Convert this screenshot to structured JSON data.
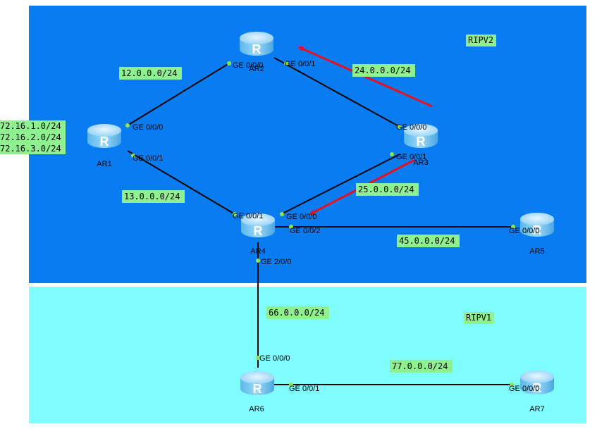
{
  "areas": {
    "top": {
      "name": "RIPV2",
      "color": "#0a7cf2"
    },
    "bottom": {
      "name": "RIPV1",
      "color": "#7ffcfd"
    }
  },
  "routers": [
    {
      "id": "AR1",
      "name": "AR1"
    },
    {
      "id": "AR2",
      "name": "AR2"
    },
    {
      "id": "AR3",
      "name": "AR3"
    },
    {
      "id": "AR4",
      "name": "AR4"
    },
    {
      "id": "AR5",
      "name": "AR5"
    },
    {
      "id": "AR6",
      "name": "AR6"
    },
    {
      "id": "AR7",
      "name": "AR7"
    }
  ],
  "links": [
    {
      "from": "AR1",
      "to": "AR2",
      "port_from": "GE 0/0/0",
      "port_to": "GE 0/0/0",
      "network": "12.0.0.0/24"
    },
    {
      "from": "AR1",
      "to": "AR4",
      "port_from": "GE 0/0/1",
      "port_to": "GE 0/0/1",
      "network": "13.0.0.0/24"
    },
    {
      "from": "AR2",
      "to": "AR3",
      "port_from": "GE 0/0/1",
      "port_to": "GE 0/0/0",
      "network": "24.0.0.0/24"
    },
    {
      "from": "AR3",
      "to": "AR4",
      "port_from": "GE 0/0/1",
      "port_to": "GE 0/0/0",
      "network": "25.0.0.0/24"
    },
    {
      "from": "AR4",
      "to": "AR5",
      "port_from": "GE 0/0/2",
      "port_to": "GE 0/0/0",
      "network": "45.0.0.0/24"
    },
    {
      "from": "AR4",
      "to": "AR6",
      "port_from": "GE 2/0/0",
      "port_to": "GE 0/0/0",
      "network": "66.0.0.0/24"
    },
    {
      "from": "AR6",
      "to": "AR7",
      "port_from": "GE 0/0/1",
      "port_to": "GE 0/0/0",
      "network": "77.0.0.0/24"
    }
  ],
  "loopbacks": [
    "72.16.1.0/24",
    "72.16.2.0/24",
    "72.16.3.0/24"
  ],
  "colors": {
    "label_bg": "#8ff08f",
    "link": "#000000",
    "port_dot": "#8fe64a",
    "arrow": "#e8101c"
  }
}
